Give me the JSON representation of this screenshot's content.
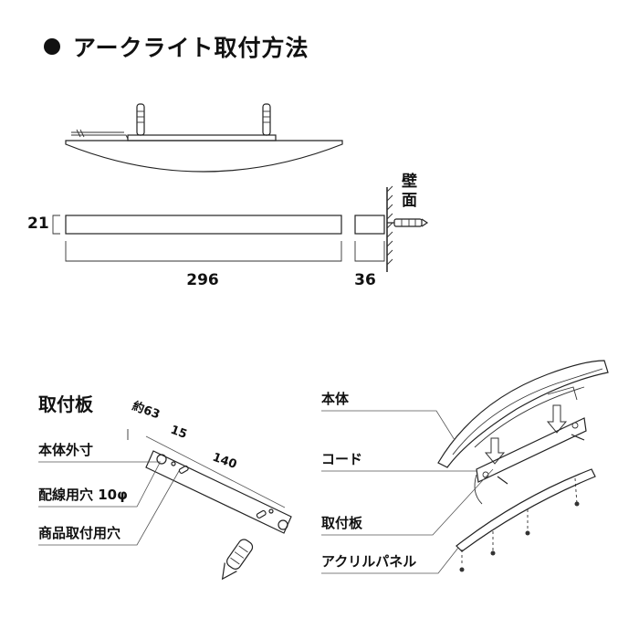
{
  "title": "アークライト取付方法",
  "top_view": {
    "dim_height": "21",
    "dim_width": "296",
    "dim_depth": "36",
    "wall_label_1": "壁",
    "wall_label_2": "面"
  },
  "plate_view": {
    "heading": "取付板",
    "dim_approx": "約63",
    "dim_15": "15",
    "dim_140": "140",
    "label_outer": "本体外寸",
    "label_wiring_hole": "配線用穴 10φ",
    "label_mount_hole": "商品取付用穴"
  },
  "assembly_view": {
    "label_body": "本体",
    "label_cord": "コード",
    "label_plate": "取付板",
    "label_panel": "アクリルパネル"
  }
}
